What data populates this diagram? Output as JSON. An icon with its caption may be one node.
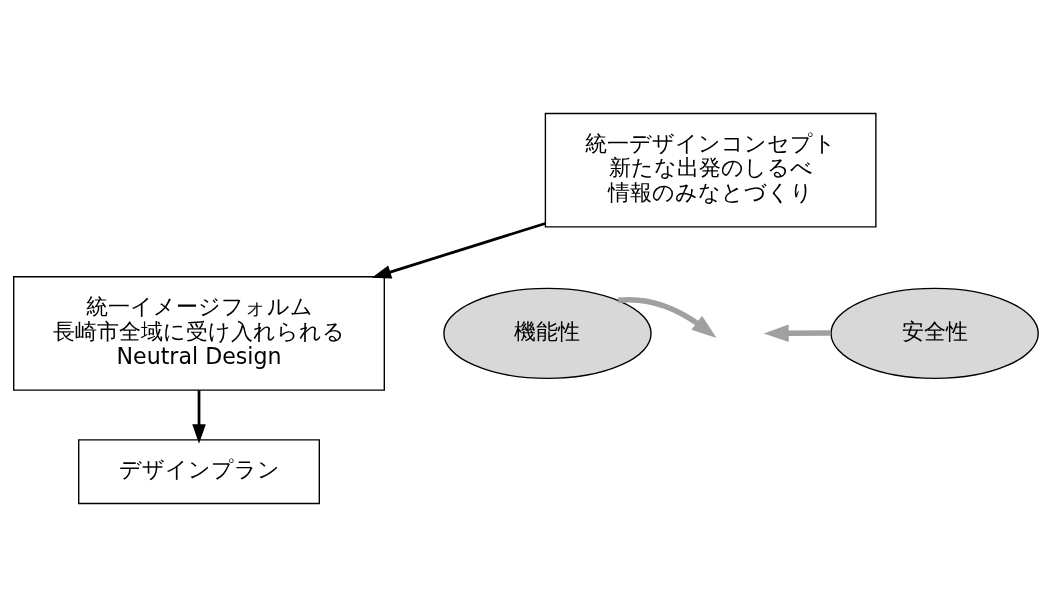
{
  "diagram": {
    "nodes": [
      {
        "text": [
          "統一デザインコンセプト",
          "新たな出発のしるべ",
          "情報のみなとづくり"
        ]
      },
      {
        "text": [
          "機能性"
        ]
      },
      {
        "text": [
          "安全性"
        ]
      },
      {
        "text": [
          "統一イメージフォルム",
          "長崎市全域に受け入れられる",
          "Neutral Design"
        ]
      },
      {
        "text": [
          "デザインプラン"
        ]
      }
    ],
    "edges": [
      {
        "from": 0,
        "to": 3,
        "arrow": "to"
      },
      {
        "from": 1,
        "to": null,
        "arrow": "to",
        "style": "thick",
        "color": "#a0a0a0"
      },
      {
        "from": 2,
        "to": null,
        "arrow": "to",
        "style": "thick",
        "color": "#a0a0a0"
      },
      {
        "from": 3,
        "to": 4,
        "arrow": "to"
      }
    ]
  }
}
